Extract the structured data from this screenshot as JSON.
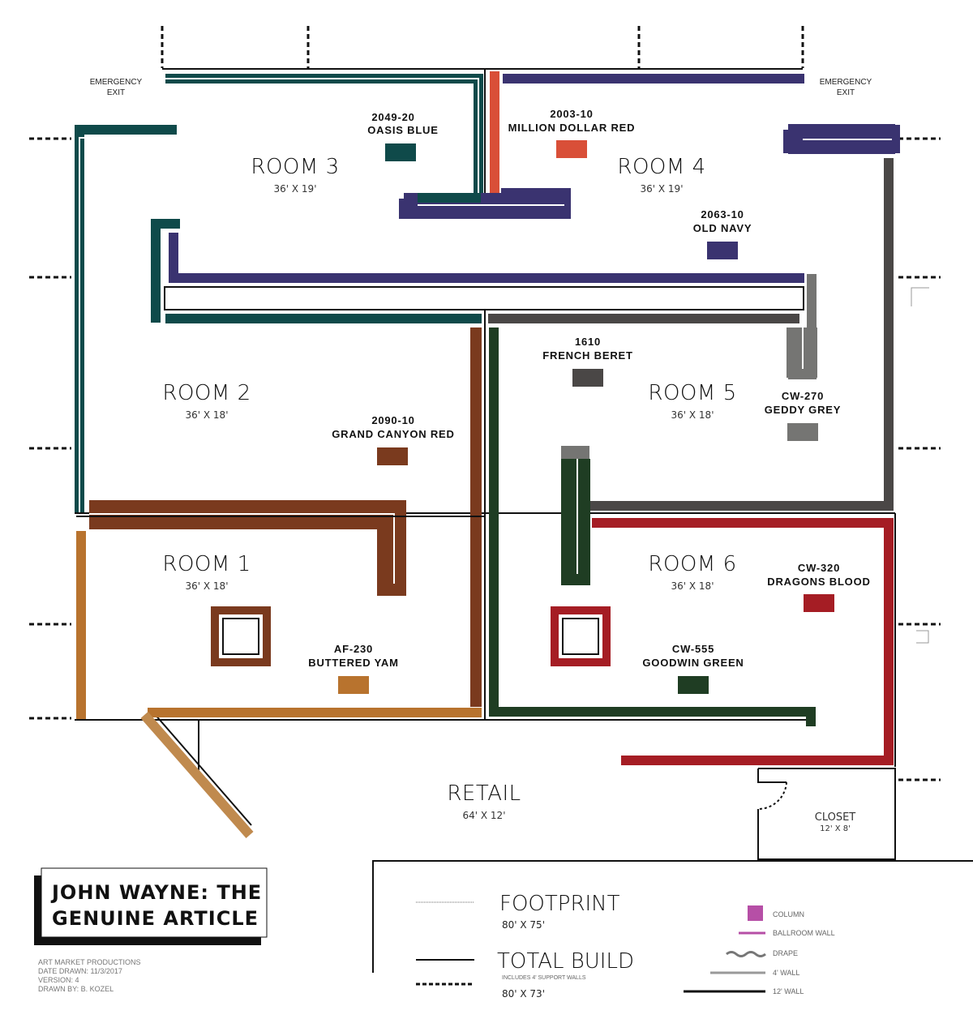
{
  "rooms": [
    {
      "id": "room-3",
      "name": "ROOM 3",
      "dims": "36' X 19'"
    },
    {
      "id": "room-4",
      "name": "ROOM 4",
      "dims": "36' X 19'"
    },
    {
      "id": "room-2",
      "name": "ROOM 2",
      "dims": "36' X 18'"
    },
    {
      "id": "room-5",
      "name": "ROOM 5",
      "dims": "36' X 18'"
    },
    {
      "id": "room-1",
      "name": "ROOM 1",
      "dims": "36' X 18'"
    },
    {
      "id": "room-6",
      "name": "ROOM 6",
      "dims": "36' X 18'"
    },
    {
      "id": "retail",
      "name": "RETAIL",
      "dims": "64' X 12'"
    },
    {
      "id": "closet",
      "name": "CLOSET",
      "dims": "12' X 8'"
    }
  ],
  "paints": [
    {
      "code": "2049-20",
      "name": "OASIS BLUE",
      "color": "#0f4a4a"
    },
    {
      "code": "2003-10",
      "name": "MILLION DOLLAR RED",
      "color": "#d94f38"
    },
    {
      "code": "2063-10",
      "name": "OLD NAVY",
      "color": "#3a3370"
    },
    {
      "code": "1610",
      "name": "FRENCH BERET",
      "color": "#4a4746"
    },
    {
      "code": "CW-270",
      "name": "GEDDY GREY",
      "color": "#757573"
    },
    {
      "code": "2090-10",
      "name": "GRAND CANYON RED",
      "color": "#7a3a1e"
    },
    {
      "code": "CW-320",
      "name": "DRAGONS BLOOD",
      "color": "#a51d24"
    },
    {
      "code": "AF-230",
      "name": "BUTTERED YAM",
      "color": "#b8732e"
    },
    {
      "code": "CW-555",
      "name": "GOODWIN GREEN",
      "color": "#1f3d23"
    }
  ],
  "exits": {
    "left": [
      "EMERGENCY",
      "EXIT"
    ],
    "right": [
      "EMERGENCY",
      "EXIT"
    ]
  },
  "legend": {
    "footprint": {
      "label": "FOOTPRINT",
      "dims": "80' X 75'"
    },
    "total_build": {
      "label": "TOTAL BUILD",
      "note": "INCLUDES 4' SUPPORT WALLS",
      "dims": "80' X 73'"
    },
    "keys": [
      "COLUMN",
      "BALLROOM WALL",
      "DRAPE",
      "4' WALL",
      "12' WALL"
    ],
    "key_accent": "#b64fa6"
  },
  "title": {
    "line1": "JOHN WAYNE: THE",
    "line2": "GENUINE ARTICLE"
  },
  "meta": [
    "ART MARKET PRODUCTIONS",
    "DATE DRAWN: 11/3/2017",
    "VERSION: 4",
    "DRAWN BY: B. KOZEL"
  ],
  "colors": {
    "oasis_blue": "#0f4a4a",
    "million_dollar_red": "#d94f38",
    "old_navy": "#3a3370",
    "french_beret": "#4a4746",
    "geddy_grey": "#757573",
    "grand_canyon_red": "#7a3a1e",
    "dragons_blood": "#a51d24",
    "buttered_yam": "#b8732e",
    "goodwin_green": "#1f3d23",
    "door_tan": "#c08a4e"
  }
}
